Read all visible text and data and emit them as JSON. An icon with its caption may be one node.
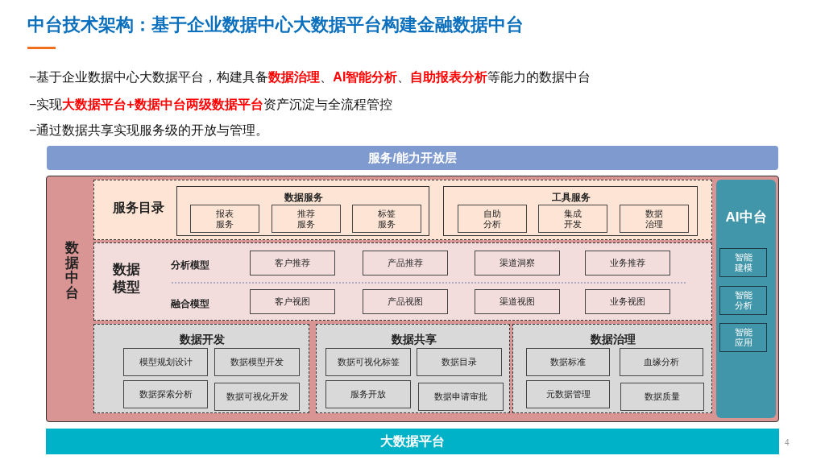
{
  "diagram": {
    "title": "中台技术架构：基于企业数据中心大数据平台构建金融数据中台",
    "nodes": [
      {
        "text": [
          "服务/能力开放层"
        ]
      },
      {
        "text": [
          "数据中台"
        ]
      },
      {
        "text": [
          "服务目录"
        ],
        "in": 1
      },
      {
        "text": [
          "数据服务"
        ],
        "in": 2
      },
      {
        "text": [
          "报表服务"
        ],
        "in": 3
      },
      {
        "text": [
          "推荐服务"
        ],
        "in": 3
      },
      {
        "text": [
          "标签服务"
        ],
        "in": 3
      },
      {
        "text": [
          "工具服务"
        ],
        "in": 2
      },
      {
        "text": [
          "自助分析"
        ],
        "in": 7
      },
      {
        "text": [
          "集成开发"
        ],
        "in": 7
      },
      {
        "text": [
          "数据治理"
        ],
        "in": 7
      },
      {
        "text": [
          "数据模型",
          "分析模型",
          "融合模型"
        ],
        "in": 1
      },
      {
        "text": [
          "客户推荐"
        ],
        "in": 11
      },
      {
        "text": [
          "产品推荐"
        ],
        "in": 11
      },
      {
        "text": [
          "渠道洞察"
        ],
        "in": 11
      },
      {
        "text": [
          "业务推荐"
        ],
        "in": 11
      },
      {
        "text": [
          "客户视图"
        ],
        "in": 11
      },
      {
        "text": [
          "产品视图"
        ],
        "in": 11
      },
      {
        "text": [
          "渠道视图"
        ],
        "in": 11
      },
      {
        "text": [
          "业务视图"
        ],
        "in": 11
      },
      {
        "text": [
          "数据开发"
        ],
        "in": 1
      },
      {
        "text": [
          "模型规划设计"
        ],
        "in": 20
      },
      {
        "text": [
          "数据模型开发"
        ],
        "in": 20
      },
      {
        "text": [
          "数据探索分析"
        ],
        "in": 20
      },
      {
        "text": [
          "数据可视化开发"
        ],
        "in": 20
      },
      {
        "text": [
          "数据共享"
        ],
        "in": 1
      },
      {
        "text": [
          "数据可视化标签"
        ],
        "in": 25
      },
      {
        "text": [
          "数据目录"
        ],
        "in": 25
      },
      {
        "text": [
          "服务开放"
        ],
        "in": 25
      },
      {
        "text": [
          "数据申请审批"
        ],
        "in": 25
      },
      {
        "text": [
          "数据治理"
        ],
        "in": 1
      },
      {
        "text": [
          "数据标准"
        ],
        "in": 30
      },
      {
        "text": [
          "血缘分析"
        ],
        "in": 30
      },
      {
        "text": [
          "元数据管理"
        ],
        "in": 30
      },
      {
        "text": [
          "数据质量"
        ],
        "in": 30
      },
      {
        "text": [
          "AI中台"
        ],
        "in": 1
      },
      {
        "text": [
          "智能建模"
        ],
        "in": 35
      },
      {
        "text": [
          "智能分析"
        ],
        "in": 35
      },
      {
        "text": [
          "智能应用"
        ],
        "in": 35
      },
      {
        "text": [
          "大数据平台"
        ]
      }
    ],
    "edges": [],
    "labels": [
      "−基于企业数据中心大数据平台，构建具备**数据治理**、**AI智能分析**、**自助报表分析**等能力的数据中台",
      "−实现**大数据平台+数据中台两级数据平台**资产沉淀与全流程管控",
      "−通过数据共享实现服务级的开放与管理。",
      "4"
    ]
  }
}
